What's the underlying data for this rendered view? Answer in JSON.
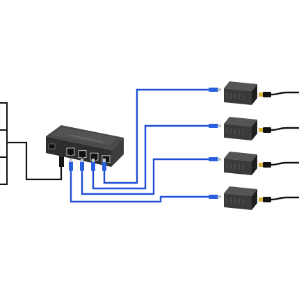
{
  "diagram": {
    "kind": "product-connection-illustration",
    "colors": {
      "background": "#ffffff",
      "cable_blue": "#1f4fd6",
      "cable_black": "#111111",
      "device_body": "#3a3a3a",
      "device_top": "#555555",
      "device_dark": "#1e1e1e",
      "port_metal": "#bfc4c8",
      "connector_gold": "#d8b13a",
      "connector_blue": "#2a5fe0"
    },
    "components": {
      "source_panel": {
        "name": "video-source-panel",
        "ports": 3
      },
      "splitter": {
        "name": "hdmi-splitter-transmitter",
        "rj45_ports": 4,
        "hdmi_input": 1
      },
      "receivers": [
        {
          "name": "receiver-1"
        },
        {
          "name": "receiver-2"
        },
        {
          "name": "receiver-3"
        },
        {
          "name": "receiver-4"
        }
      ]
    },
    "icons": [
      "hdmi-connector-icon",
      "rj45-connector-icon"
    ]
  }
}
